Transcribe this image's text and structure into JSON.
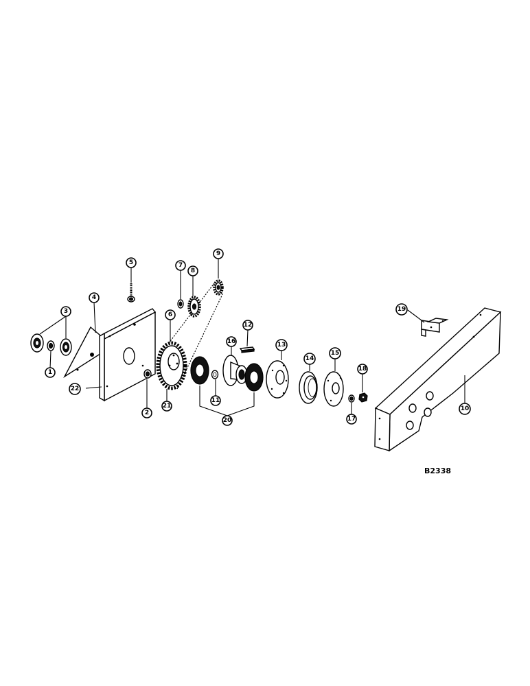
{
  "callouts": {
    "c1": "1",
    "c2": "2",
    "c3": "3",
    "c4": "4",
    "c5": "5",
    "c6": "6",
    "c7": "7",
    "c8": "8",
    "c9": "9",
    "c10": "10",
    "c11": "11",
    "c12": "12",
    "c13": "13",
    "c14": "14",
    "c15": "15",
    "c16": "16",
    "c17": "17",
    "c18": "18",
    "c19": "19",
    "c20": "20",
    "c21": "21",
    "c22": "22"
  },
  "reference": "B2338"
}
